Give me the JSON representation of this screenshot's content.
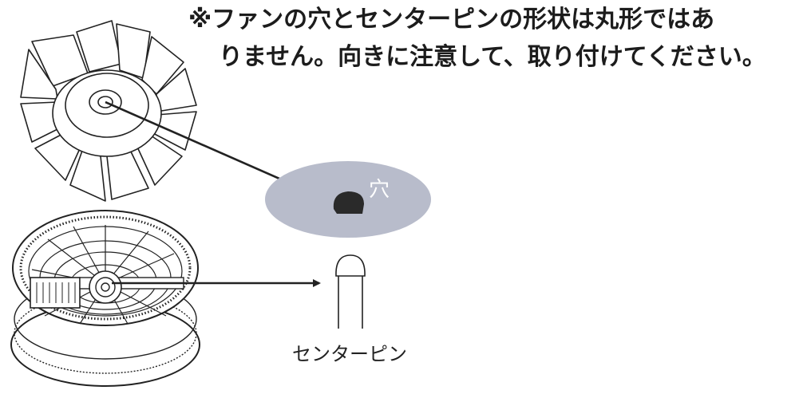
{
  "notice": {
    "line1": "※ファンの穴とセンターピンの形状は丸形ではあ",
    "line2": "りません。向きに注意して、取り付けてください。"
  },
  "labels": {
    "hole": "穴",
    "center_pin": "センターピン"
  },
  "colors": {
    "text": "#1c1c1c",
    "line": "#222222",
    "ellipse": "#b8bccb",
    "hole": "#2a2a2a"
  }
}
